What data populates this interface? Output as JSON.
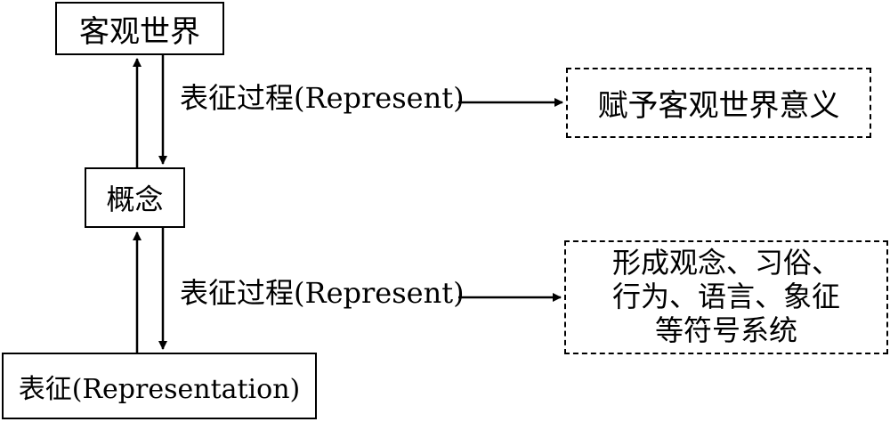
{
  "nodes": {
    "objective_world": "客观世界",
    "concept": "概念",
    "representation": "表征(Representation)",
    "meaning": "赋予客观世界意义",
    "symbol_system": "形成观念、习俗、\n行为、语言、象征\n等符号系统"
  },
  "edge_labels": {
    "represent_upper": "表征过程(Represent)",
    "represent_lower": "表征过程(Represent)"
  }
}
